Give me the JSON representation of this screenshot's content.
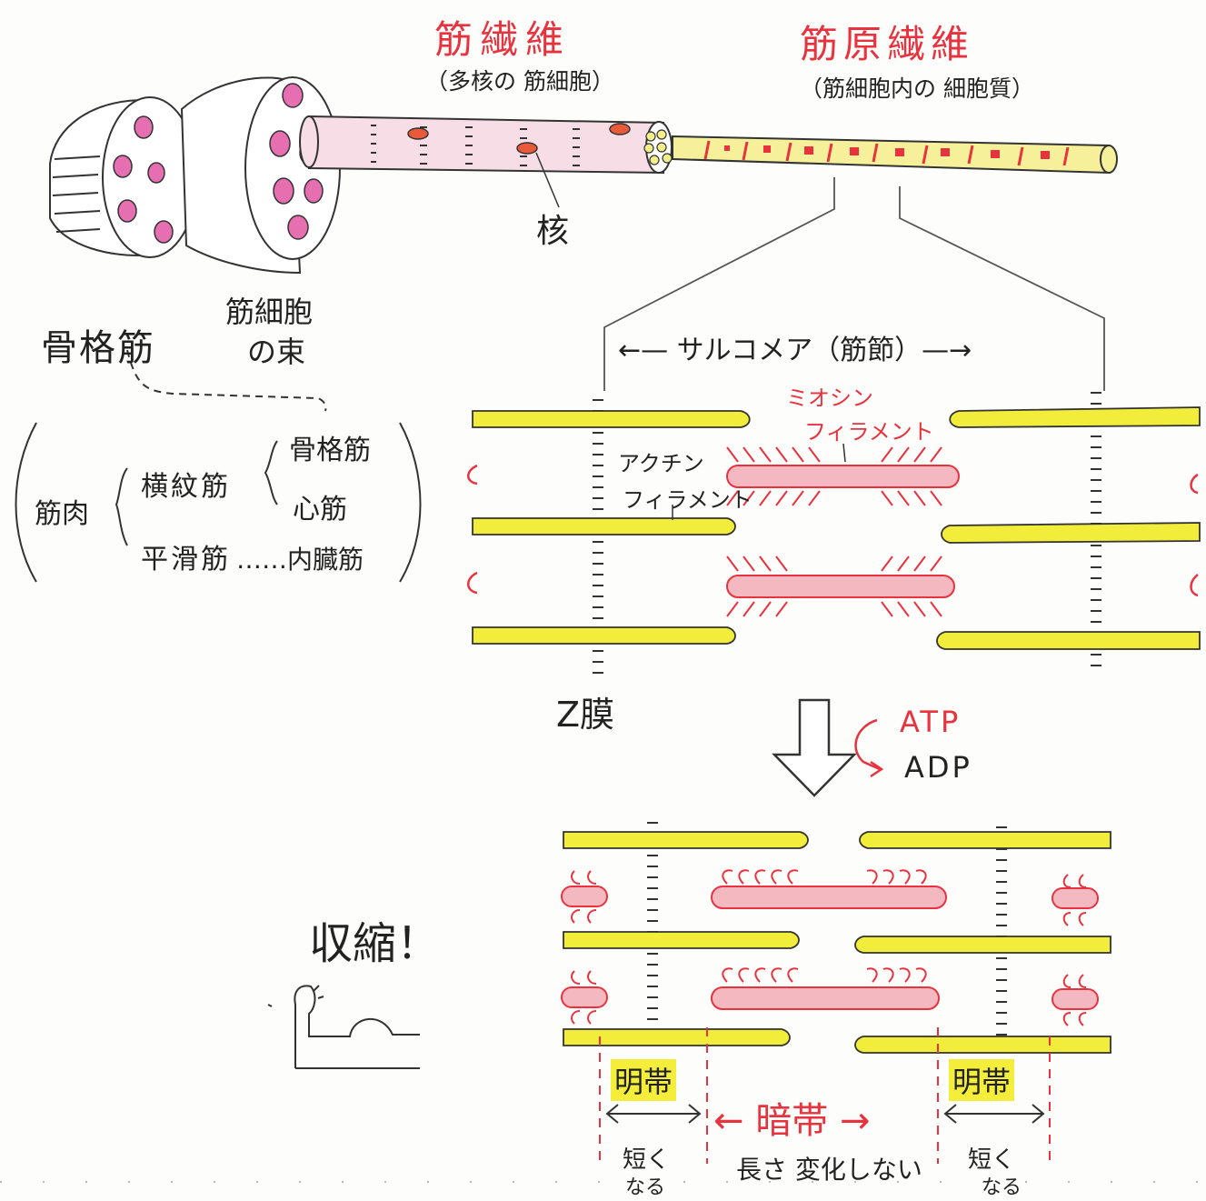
{
  "labels": {
    "muscle_fiber": "筋繊維",
    "muscle_fiber_note": "（多核の 筋細胞）",
    "myofibril": "筋原繊維",
    "myofibril_note": "（筋細胞内の 細胞質）",
    "nucleus": "核",
    "skeletal_muscle_title": "骨格筋",
    "cell_bundle_line1": "筋細胞",
    "cell_bundle_line2": "の束",
    "sarcomere": "←— サルコメア（筋節）—→",
    "myosin_line1": "ミオシン",
    "myosin_line2": "フィラメント",
    "actin_line1": "アクチン",
    "actin_line2": "フィラメント",
    "z_membrane": "Z膜",
    "atp": "ATP",
    "adp": "ADP",
    "contraction": "収縮！",
    "light_band": "明帯",
    "dark_band": "← 暗帯 →",
    "light_note_line1": "短く",
    "light_note_line2": "なる",
    "dark_note": "長さ 変化しない"
  },
  "classification": {
    "root": "筋肉",
    "striated": "横紋筋",
    "skeletal": "骨格筋",
    "cardiac": "心筋",
    "smooth": "平滑筋",
    "smooth_example": "……内臓筋"
  },
  "colors": {
    "red": "#e8333f",
    "actin_yellow": "#f2ec3a",
    "myosin_pink": "#f4b8c0",
    "nucleus_pink": "#e56fb0",
    "fiber_pink": "#f6dde6"
  }
}
